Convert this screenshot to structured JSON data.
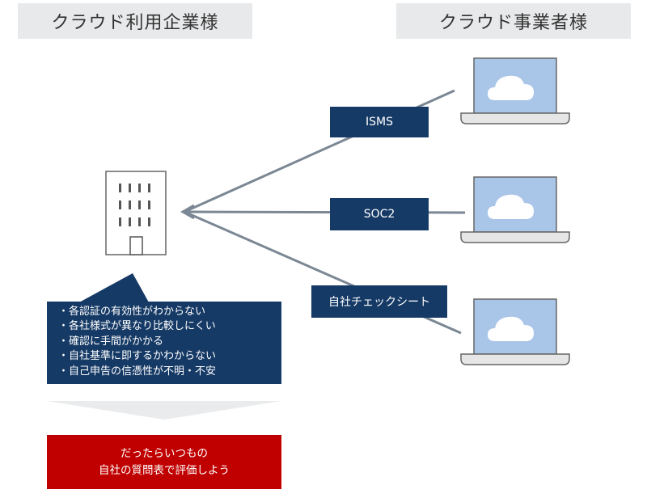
{
  "headers": {
    "customer": "クラウド利用企業様",
    "provider": "クラウド事業者様"
  },
  "certifications": [
    {
      "label": "ISMS"
    },
    {
      "label": "SOC2"
    },
    {
      "label": "自社チェックシート"
    }
  ],
  "issues": [
    "・各認証の有効性がわからない",
    "・各社様式が異なり比較しにくい",
    "・確認に手間がかかる",
    "・自社基準に即するかわからない",
    "・自己申告の信憑性が不明・不安"
  ],
  "conclusion": {
    "line1": "だったらいつもの",
    "line2": "自社の質問表で評価しよう"
  },
  "icons": {
    "building": "building-icon",
    "laptop": "laptop-cloud-icon"
  },
  "colors": {
    "navy": "#163a66",
    "red": "#c00000",
    "header_gray": "#e8e9ea",
    "line_gray": "#7b8794",
    "screen_blue": "#a9c5e8"
  }
}
